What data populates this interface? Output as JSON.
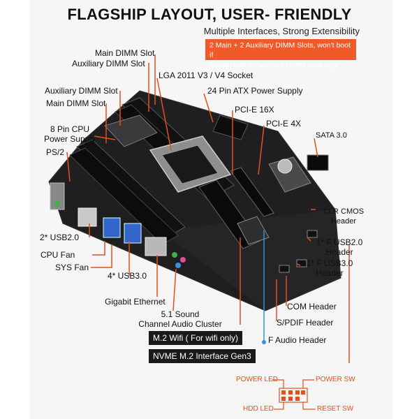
{
  "header": {
    "title": "FLAGSHIP LAYOUT, USER- FRIENDLY",
    "subtitle": "Multiple Interfaces, Strong Extensibility",
    "notice_line1": "2 Main + 2 Auxiliary DIMM Slots, won't boot if",
    "notice_line2": "install RAM in Auxiliary DIMM slots only"
  },
  "labels": {
    "main_dimm_top": "Main DIMM Slot",
    "aux_dimm_top": "Auxiliary DIMM Slot",
    "lga_socket": "LGA 2011 V3 / V4 Socket",
    "atx_power": "24 Pin ATX Power Supply",
    "aux_dimm_left": "Auxiliary DIMM Slot",
    "main_dimm_left": "Main DIMM Slot",
    "pcie16": "PCI-E 16X",
    "pcie4": "PCI-E 4X",
    "cpu_power_line1": "8 Pin CPU",
    "cpu_power_line2": "Power Supply",
    "sata": "SATA 3.0",
    "ps2": "PS/2",
    "clr_cmos_line1": "CLR CMOS",
    "clr_cmos_line2": "Header",
    "usb2": "2* USB2.0",
    "f_usb2_line1": "1* F USB2.0",
    "f_usb2_line2": "Header",
    "cpu_fan": "CPU Fan",
    "f_usb3_line1": "1* F USB3.0",
    "f_usb3_line2": "Header",
    "sys_fan": "SYS Fan",
    "usb3": "4* USB3.0",
    "gigabit": "Gigabit Ethernet",
    "com": "COM Header",
    "audio_line1": "5.1 Sound",
    "audio_line2": "Channel Audio Cluster",
    "spdif": "S/PDIF Header",
    "m2_wifi": "M.2 Wifi ( For wifi only)",
    "f_audio": "F Audio Header",
    "nvme": "NVME M.2 Interface Gen3"
  },
  "front_panel": {
    "power_led": "POWER LED",
    "power_sw": "POWER SW",
    "hdd_led": "HDD LED",
    "reset_sw": "RESET SW"
  },
  "colors": {
    "accent": "#f05a28",
    "leader_orange": "#e2501b",
    "leader_blue": "#3c8fd6",
    "board": "#1e1e1e"
  }
}
